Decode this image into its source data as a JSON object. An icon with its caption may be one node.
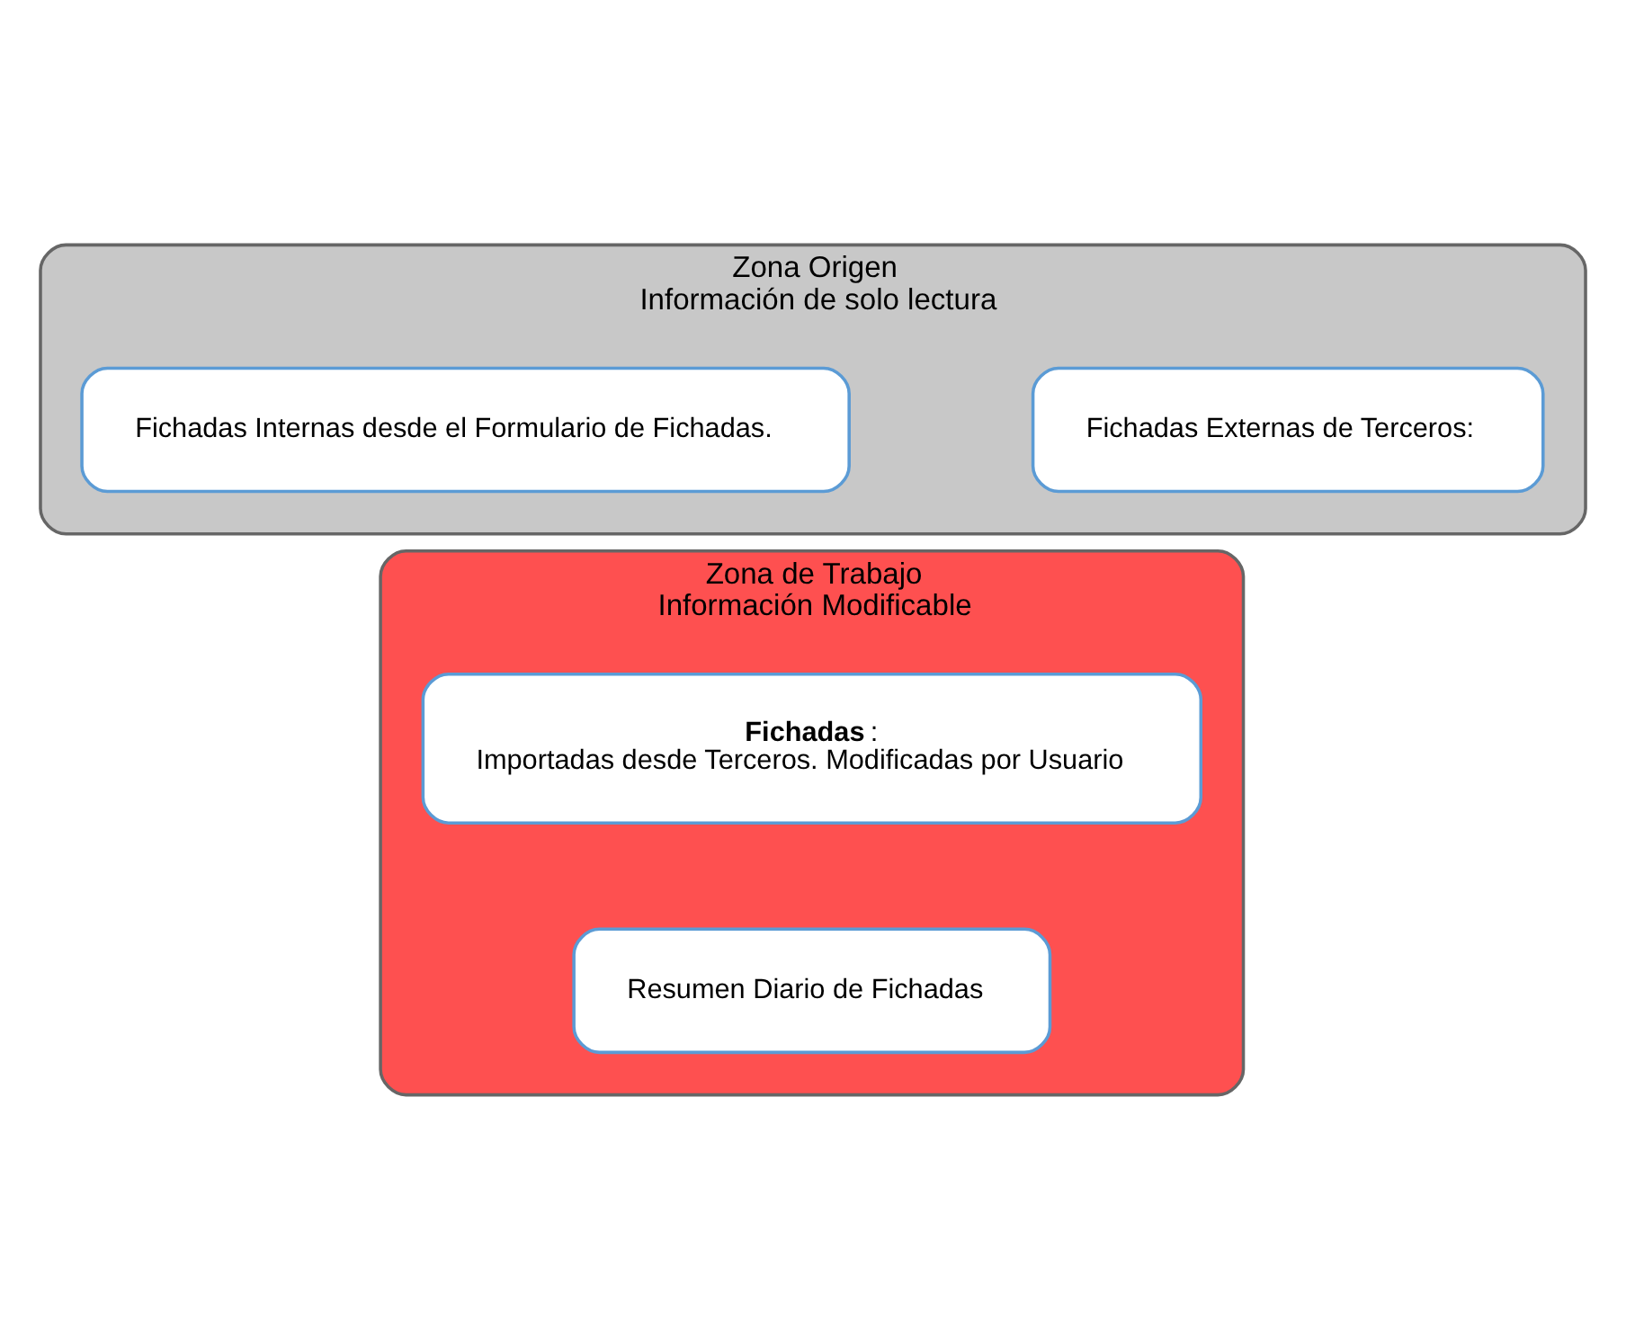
{
  "diagram": {
    "nodes": [
      {
        "text": [
          "Zona Origen",
          "Información de solo lectura"
        ]
      },
      {
        "text": [
          "Fichadas Externas de Terceros:"
        ],
        "in": 0
      },
      {
        "text": [
          "Fichadas Internas desde el Formulario de Fichadas."
        ],
        "in": 0
      },
      {
        "text": [
          "Zona de Trabajo",
          "Información Modificable"
        ]
      },
      {
        "text": [
          "**Fichadas**:",
          "Importadas desde Terceros. Modificadas por Usuario"
        ],
        "in": 3
      },
      {
        "text": [
          "Resumen Diario de Fichadas"
        ],
        "in": 3
      }
    ],
    "edges": []
  }
}
